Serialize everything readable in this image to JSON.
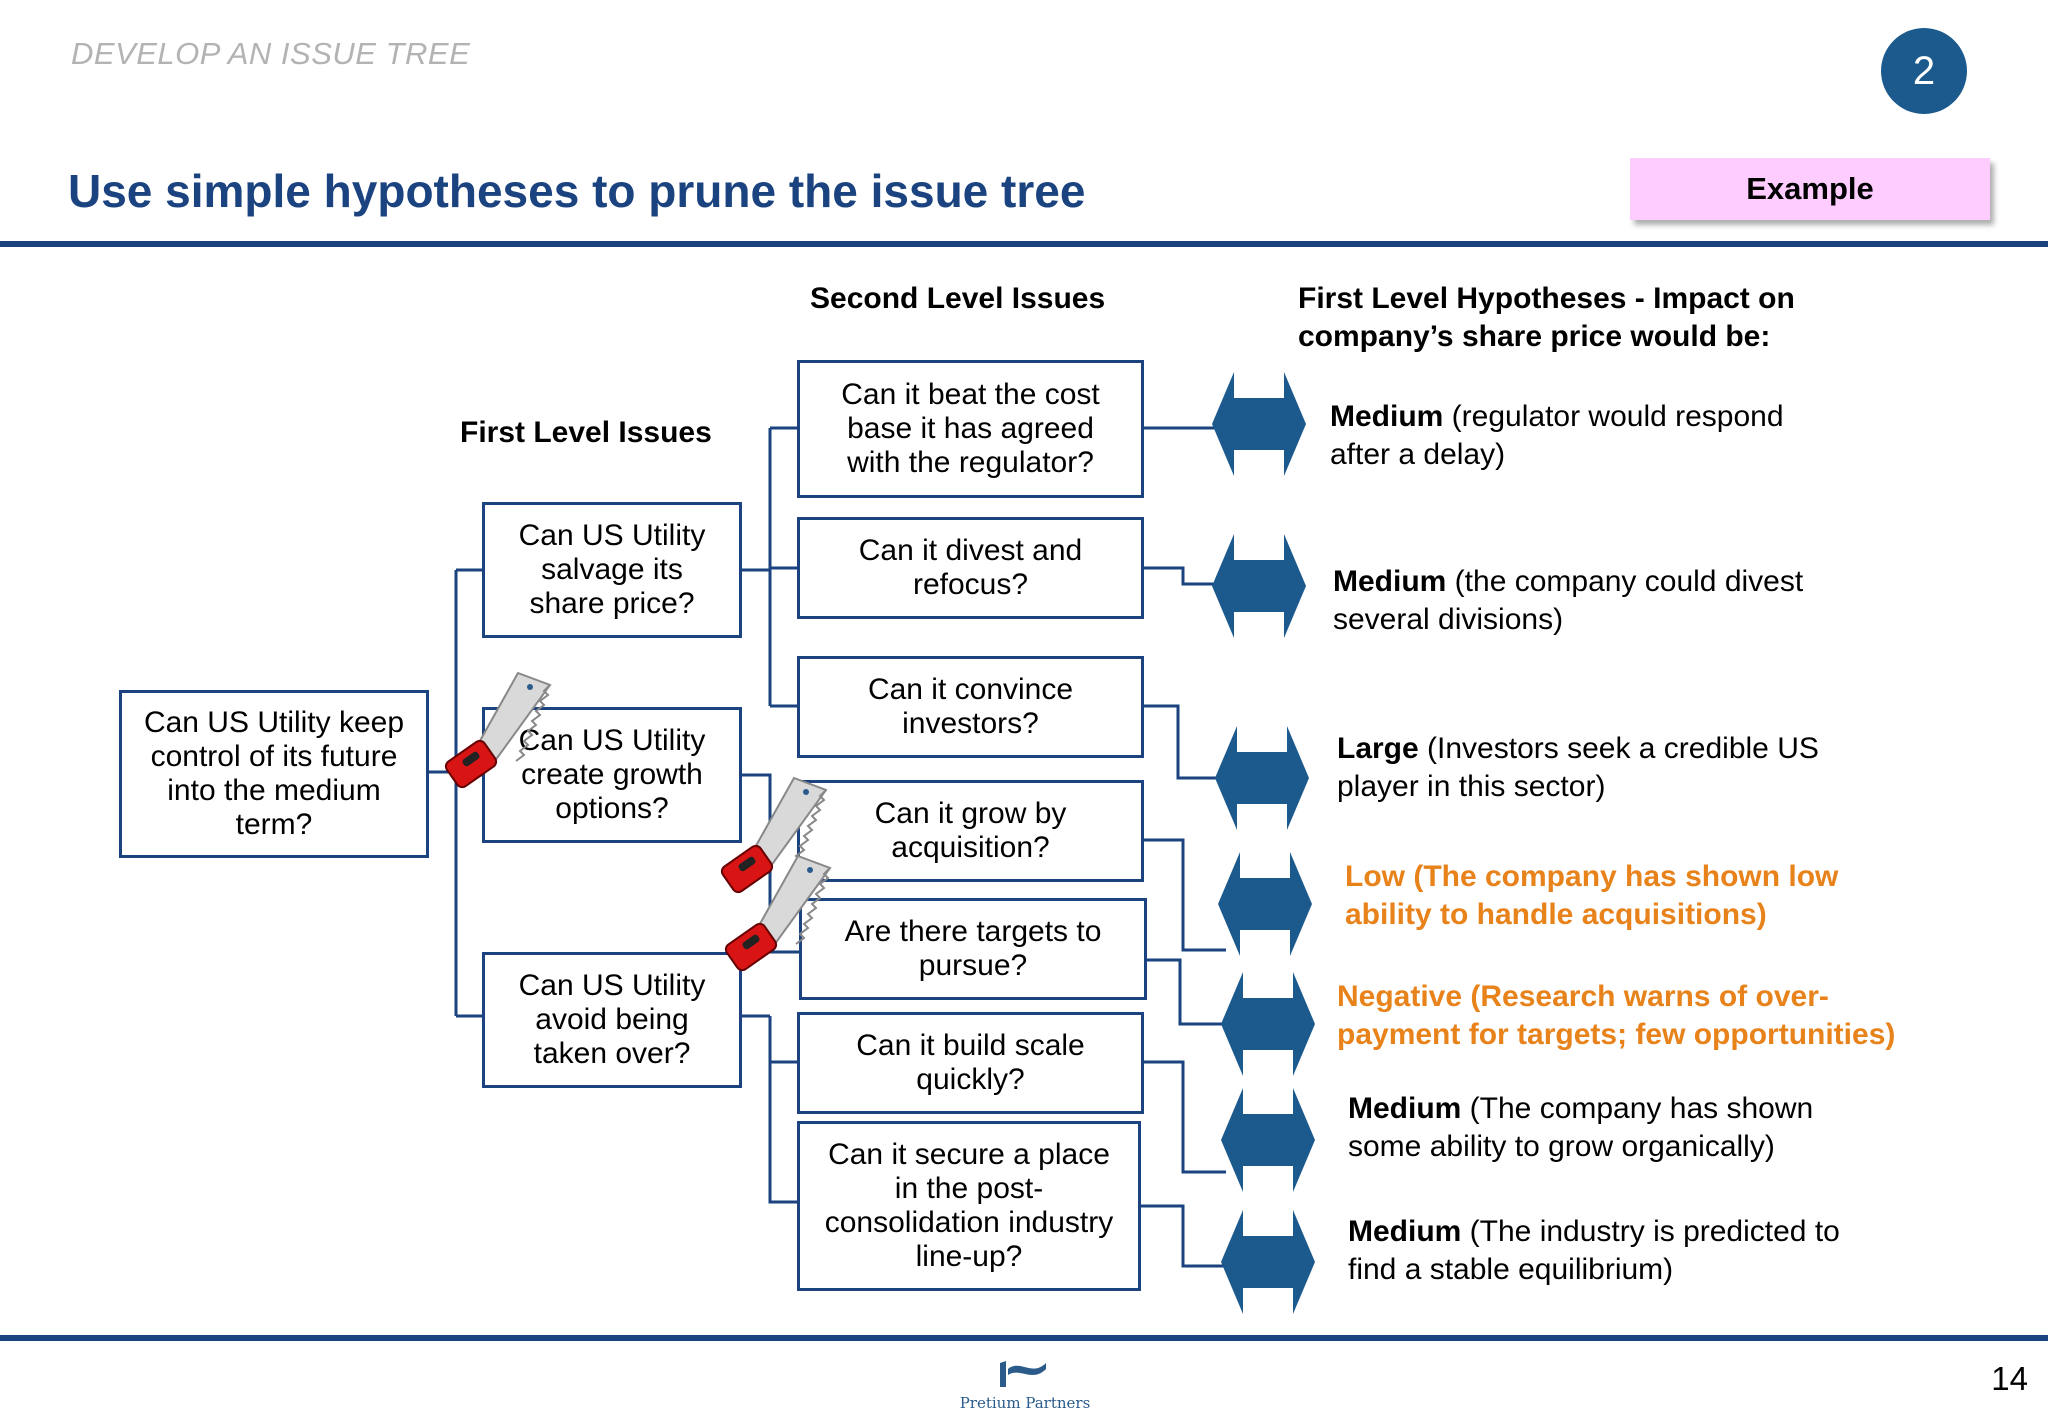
{
  "header": {
    "section": "DEVELOP AN ISSUE TREE",
    "step_number": "2",
    "title": "Use simple hypotheses to prune the issue tree",
    "tag": "Example"
  },
  "columns": {
    "first_level": "First Level Issues",
    "second_level": "Second Level Issues",
    "hypotheses_line1": "First Level Hypotheses - Impact on",
    "hypotheses_line2": "company’s share price would be:"
  },
  "root": {
    "lines": [
      "Can US Utility keep",
      "control of its future",
      "into the medium",
      "term?"
    ]
  },
  "first_level_issues": [
    {
      "lines": [
        "Can US Utility",
        "salvage its",
        "share price?"
      ]
    },
    {
      "lines": [
        "Can US Utility",
        "create growth",
        "options?"
      ]
    },
    {
      "lines": [
        "Can US Utility",
        "avoid being",
        "taken over?"
      ]
    }
  ],
  "second_level_issues": [
    {
      "lines": [
        "Can it beat the cost",
        "base it has agreed",
        "with the regulator?"
      ]
    },
    {
      "lines": [
        "Can it divest and",
        "refocus?"
      ]
    },
    {
      "lines": [
        "Can it convince",
        "investors?"
      ]
    },
    {
      "lines": [
        "Can it grow by",
        "acquisition?"
      ]
    },
    {
      "lines": [
        "Are there targets to",
        "pursue?"
      ]
    },
    {
      "lines": [
        "Can it build scale",
        "quickly?"
      ]
    },
    {
      "lines": [
        "Can it secure a place",
        "in the post-",
        "consolidation industry",
        "line-up?"
      ]
    }
  ],
  "hypotheses": [
    {
      "rating": "Medium",
      "line1": " (regulator would respond",
      "line2": "after a delay)",
      "highlight": false
    },
    {
      "rating": "Medium",
      "line1": " (the company could divest",
      "line2": "several divisions)",
      "highlight": false
    },
    {
      "rating": "Large",
      "line1": " (Investors seek a credible US",
      "line2": "player in this sector)",
      "highlight": false
    },
    {
      "rating": "Low",
      "line1": " (The company has shown low",
      "line2": "ability to handle acquisitions)",
      "highlight": true
    },
    {
      "rating": "Negative",
      "line1": " (Research warns of over-",
      "line2": "payment for targets; few opportunities)",
      "highlight": true
    },
    {
      "rating": "Medium",
      "line1": " (The company has shown",
      "line2": "some ability to grow organically)",
      "highlight": false
    },
    {
      "rating": "Medium",
      "line1": " (The industry is predicted to",
      "line2": "find a stable equilibrium)",
      "highlight": false
    }
  ],
  "footer": {
    "logo_text": "Pretium Partners",
    "page_number": "14"
  },
  "colors": {
    "navy": "#1a4380",
    "arrow": "#1c5a8e",
    "highlight": "#e8821a",
    "tag": "#ffccff",
    "saw_handle": "#d81414"
  },
  "icons": [
    "double-arrow-icon",
    "saw-icon",
    "pretium-logo-icon"
  ]
}
